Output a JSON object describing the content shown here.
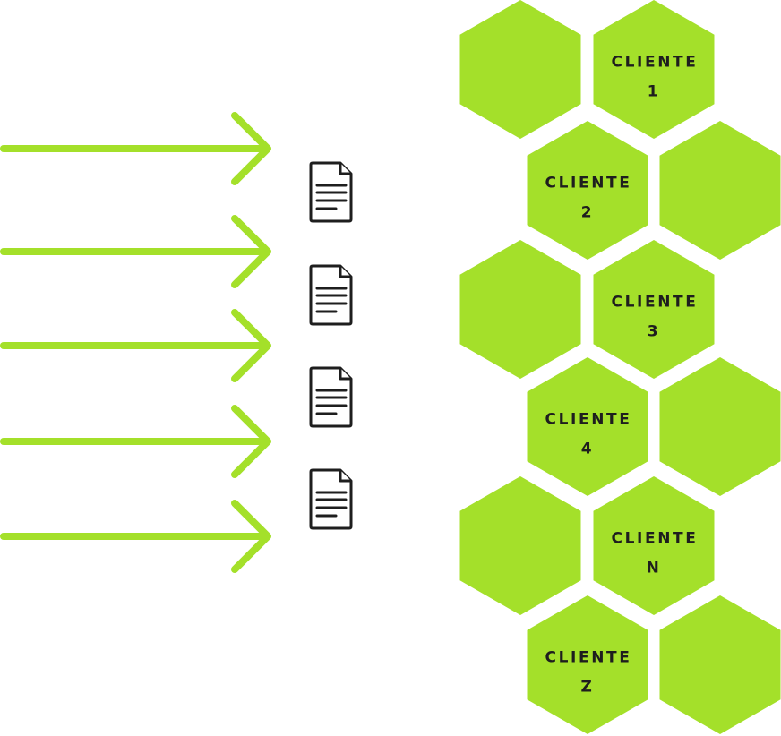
{
  "diagram": {
    "colors": {
      "accent": "#a4e02a",
      "ink": "#1e1e1e",
      "background": "#ffffff"
    },
    "arrows": [
      {
        "name": "arrow-1",
        "icon": "arrow-right-icon"
      },
      {
        "name": "arrow-2",
        "icon": "arrow-right-icon"
      },
      {
        "name": "arrow-3",
        "icon": "arrow-right-icon"
      },
      {
        "name": "arrow-4",
        "icon": "arrow-right-icon"
      },
      {
        "name": "arrow-5",
        "icon": "arrow-right-icon"
      }
    ],
    "documents": [
      {
        "name": "document-1",
        "icon": "document-icon"
      },
      {
        "name": "document-2",
        "icon": "document-icon"
      },
      {
        "name": "document-3",
        "icon": "document-icon"
      },
      {
        "name": "document-4",
        "icon": "document-icon"
      }
    ],
    "hex_rows": [
      {
        "cells": [
          {
            "line1": "",
            "line2": ""
          },
          {
            "line1": "CLIENTE",
            "line2": "1"
          }
        ]
      },
      {
        "cells": [
          {
            "line1": "CLIENTE",
            "line2": "2"
          },
          {
            "line1": "",
            "line2": ""
          }
        ]
      },
      {
        "cells": [
          {
            "line1": "",
            "line2": ""
          },
          {
            "line1": "CLIENTE",
            "line2": "3"
          }
        ]
      },
      {
        "cells": [
          {
            "line1": "CLIENTE",
            "line2": "4"
          },
          {
            "line1": "",
            "line2": ""
          }
        ]
      },
      {
        "cells": [
          {
            "line1": "",
            "line2": ""
          },
          {
            "line1": "CLIENTE",
            "line2": "N"
          }
        ]
      },
      {
        "cells": [
          {
            "line1": "CLIENTE",
            "line2": "Z"
          },
          {
            "line1": "",
            "line2": ""
          }
        ]
      }
    ]
  }
}
